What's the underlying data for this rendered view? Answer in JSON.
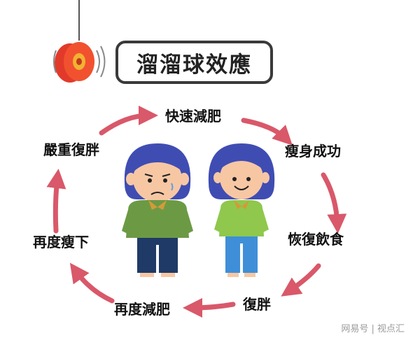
{
  "title": "溜溜球效應",
  "cycle_nodes": [
    {
      "id": "fast-weight-loss",
      "label": "快速減肥"
    },
    {
      "id": "slim-success",
      "label": "瘦身成功"
    },
    {
      "id": "resume-eating",
      "label": "恢復飲食"
    },
    {
      "id": "rebound",
      "label": "復胖"
    },
    {
      "id": "diet-again",
      "label": "再度減肥"
    },
    {
      "id": "slim-again",
      "label": "再度瘦下"
    },
    {
      "id": "severe-rebound",
      "label": "嚴重復胖"
    }
  ],
  "watermark": "网易号 | 视点汇",
  "colors": {
    "arrow": "#d9586a",
    "hair": "#3f4db3",
    "shirt_sad": "#6c9a44",
    "shirt_happy": "#8fc84c",
    "pants_sad": "#1f3a66",
    "pants_happy": "#3e8fd8",
    "skin": "#f7c7a4",
    "yoyo": "#e23a2a",
    "scarf": "#d49a3a"
  },
  "icons": [
    "yoyo-icon"
  ]
}
